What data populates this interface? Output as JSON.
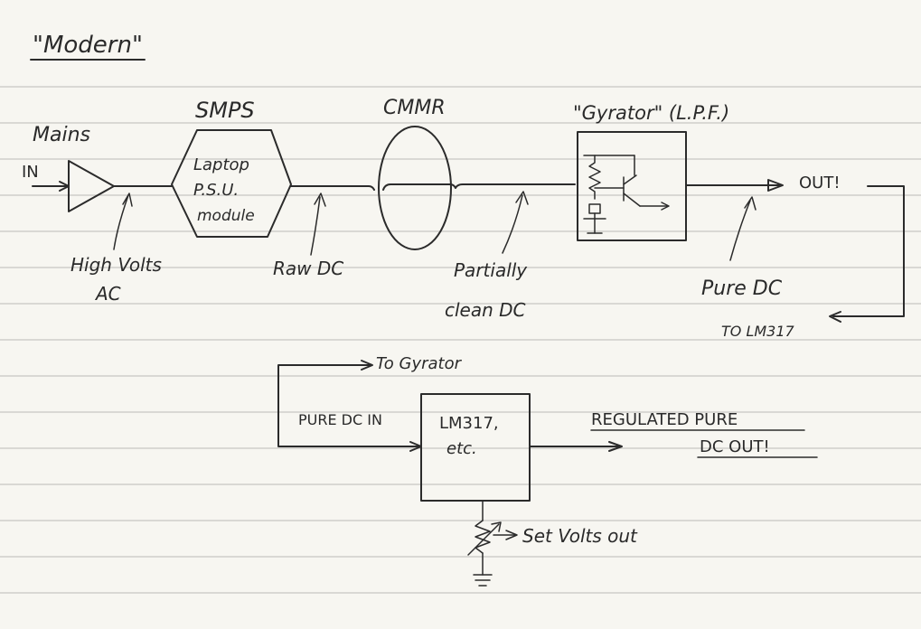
{
  "title": "\"Modern\"",
  "mains_label": "Mains",
  "in_label": "IN",
  "smps_label": "SMPS",
  "smps_body": [
    "Laptop",
    "P.S.U.",
    "module"
  ],
  "cmmr_label": "CMMR",
  "gyrator_label": "\"Gyrator\" (L.P.F.)",
  "out_label": "OUT!",
  "high_volts_label": [
    "High Volts",
    "AC"
  ],
  "raw_dc_label": "Raw DC",
  "partially_clean_label": [
    "Partially",
    "clean DC"
  ],
  "pure_dc_label": "Pure DC",
  "to_lm317_label": "TO LM317",
  "to_gyrator_label": "To Gyrator",
  "pure_dc_in_label": "PURE DC IN",
  "lm317_body": [
    "LM317,",
    "etc."
  ],
  "regulated_label": [
    "REGULATED PURE",
    "DC OUT!"
  ],
  "set_volts_label": "Set Volts out"
}
